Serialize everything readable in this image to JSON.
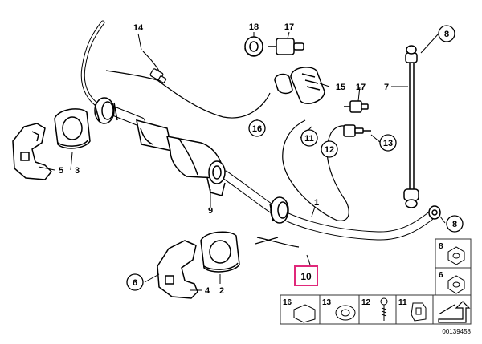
{
  "diagram": {
    "callouts": {
      "c1": "1",
      "c2": "2",
      "c3": "3",
      "c4": "4",
      "c5": "5",
      "c6": "6",
      "c7": "7",
      "c8_top": "8",
      "c8_right": "8",
      "c9": "9",
      "c10": "10",
      "c11": "11",
      "c12": "12",
      "c13": "13",
      "c14": "14",
      "c15": "15",
      "c16": "16",
      "c17_top": "17",
      "c17_mid": "17",
      "c18": "18"
    },
    "legend": {
      "side": [
        {
          "label": "8"
        },
        {
          "label": "6"
        }
      ],
      "bottom": [
        {
          "label": "16"
        },
        {
          "label": "13"
        },
        {
          "label": "12"
        },
        {
          "label": "11"
        }
      ]
    },
    "diagram_number": "00139458",
    "colors": {
      "line": "#000000",
      "highlight": "#e0287a",
      "legend_border": "#333333"
    }
  }
}
